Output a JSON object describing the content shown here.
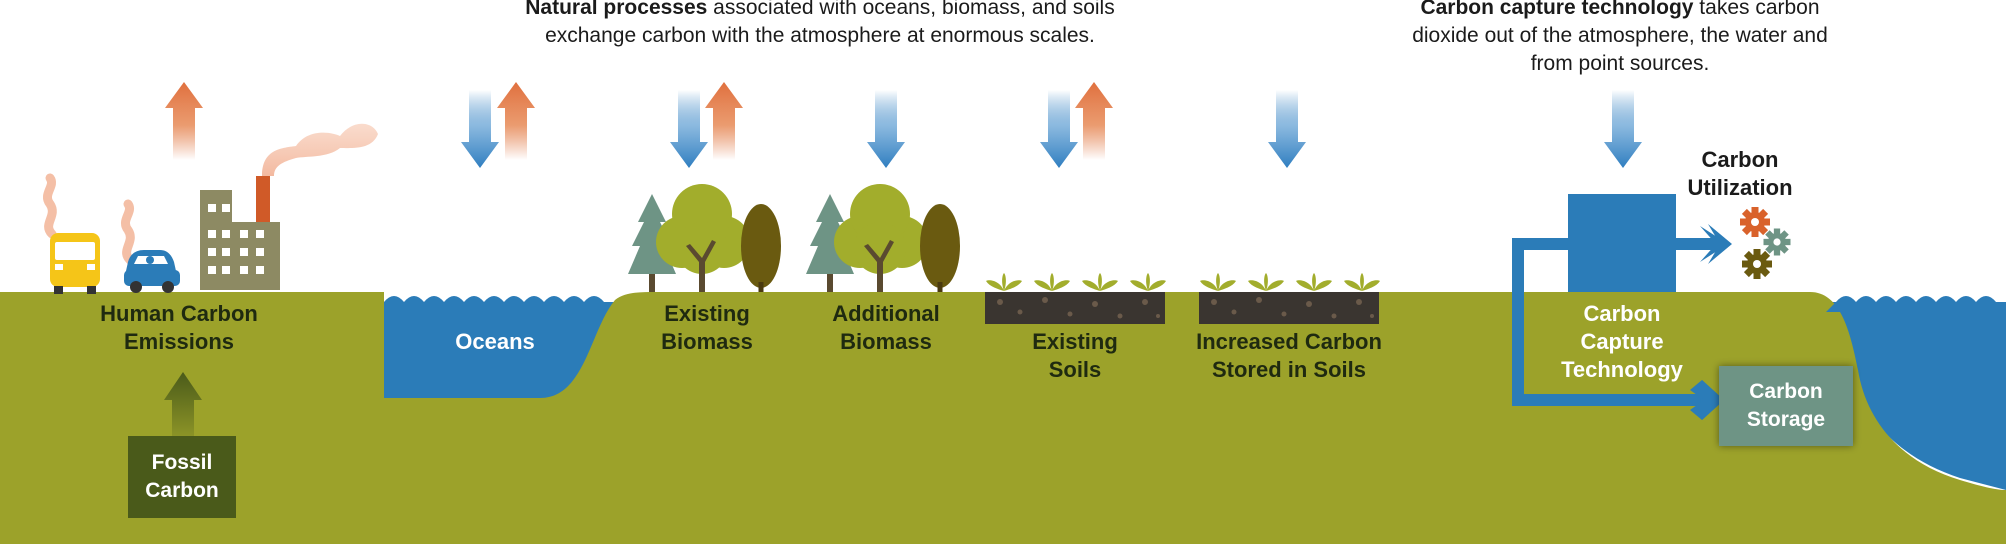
{
  "header": {
    "natural_bold": "Natural processes",
    "natural_rest": " associated with oceans, biomass, and soils",
    "natural_line2": "exchange carbon with the atmosphere at enormous scales.",
    "capture_bold": "Carbon capture technology",
    "capture_rest": " takes carbon",
    "capture_line2": "dioxide out of the atmosphere, the water and",
    "capture_line3": "from point sources."
  },
  "labels": {
    "human_l1": "Human Carbon",
    "human_l2": "Emissions",
    "oceans": "Oceans",
    "existing_biomass_l1": "Existing",
    "existing_biomass_l2": "Biomass",
    "additional_biomass_l1": "Additional",
    "additional_biomass_l2": "Biomass",
    "existing_soils_l1": "Existing",
    "existing_soils_l2": "Soils",
    "increased_soils_l1": "Increased Carbon",
    "increased_soils_l2": "Stored in Soils",
    "capture_l1": "Carbon",
    "capture_l2": "Capture",
    "capture_l3": "Technology",
    "utilization_l1": "Carbon",
    "utilization_l2": "Utilization",
    "storage_l1": "Carbon",
    "storage_l2": "Storage",
    "fossil_l1": "Fossil",
    "fossil_l2": "Carbon"
  },
  "colors": {
    "ground": "#9ca22a",
    "water": "#2b7cb8",
    "emission_arrow": "#e07a4a",
    "absorb_arrow": "#2f7ec0",
    "fossil_box": "#4a5a1a",
    "storage_box": "#6e9485",
    "capture_unit": "#2b7cb8",
    "soil": "#3a3530"
  },
  "icons": [
    "bus-icon",
    "car-icon",
    "factory-icon",
    "tree-icon",
    "seedling-icon",
    "gear-icon",
    "arrow-icon"
  ]
}
